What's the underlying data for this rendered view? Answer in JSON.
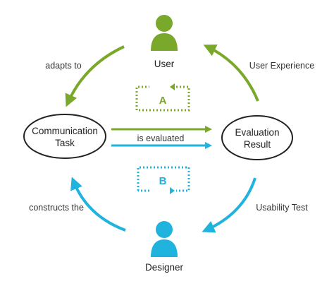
{
  "colors": {
    "green": "#7aa82a",
    "blue": "#1fb3de",
    "outline": "#222222",
    "text": "#333333"
  },
  "nodes": {
    "user": {
      "label": "User",
      "icon": "person-icon"
    },
    "designer": {
      "label": "Designer",
      "icon": "person-icon"
    },
    "communication_task": {
      "line1": "Communication",
      "line2": "Task"
    },
    "evaluation_result": {
      "line1": "Evaluation",
      "line2": "Result"
    }
  },
  "edges": {
    "adapts_to": "adapts to",
    "user_experience": "User Experience",
    "is_evaluated": "is evaluated",
    "constructs_the": "constructs the",
    "usability_test": "Usability Test"
  },
  "loops": {
    "a": "A",
    "b": "B"
  }
}
